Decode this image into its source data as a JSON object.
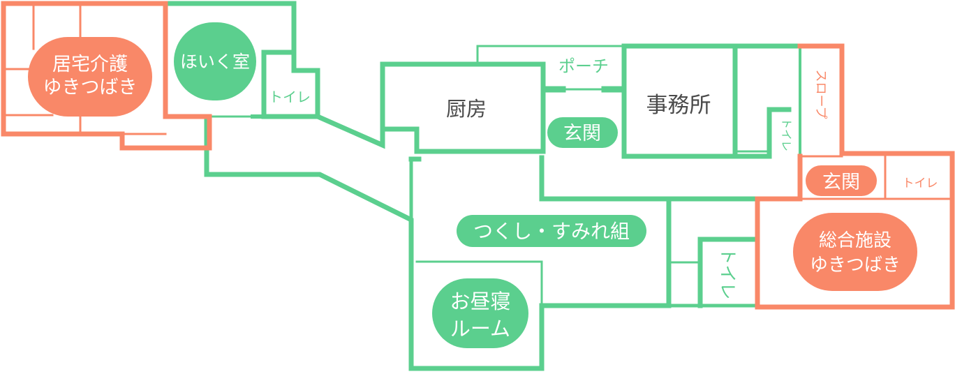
{
  "rooms": {
    "kyotaku_line1": "居宅介護",
    "kyotaku_line2": "ゆきつばき",
    "hoiku": "ほいく室",
    "toilet_a": "トイレ",
    "porch": "ポーチ",
    "kitchen": "厨房",
    "entrance_a": "玄関",
    "office": "事務所",
    "toilet_b": "トイレ",
    "slope": "スロープ",
    "entrance_b": "玄関",
    "toilet_c": "トイレ",
    "tsukushi": "つくし・すみれ組",
    "nap_line1": "お昼寝",
    "nap_line2": "ルーム",
    "toilet_d": "トイレ",
    "sogo_line1": "総合施設",
    "sogo_line2": "ゆきつばき"
  },
  "colors": {
    "green": "#5bcf8e",
    "orange": "#f98868",
    "dark_text": "#4a4a4a"
  }
}
